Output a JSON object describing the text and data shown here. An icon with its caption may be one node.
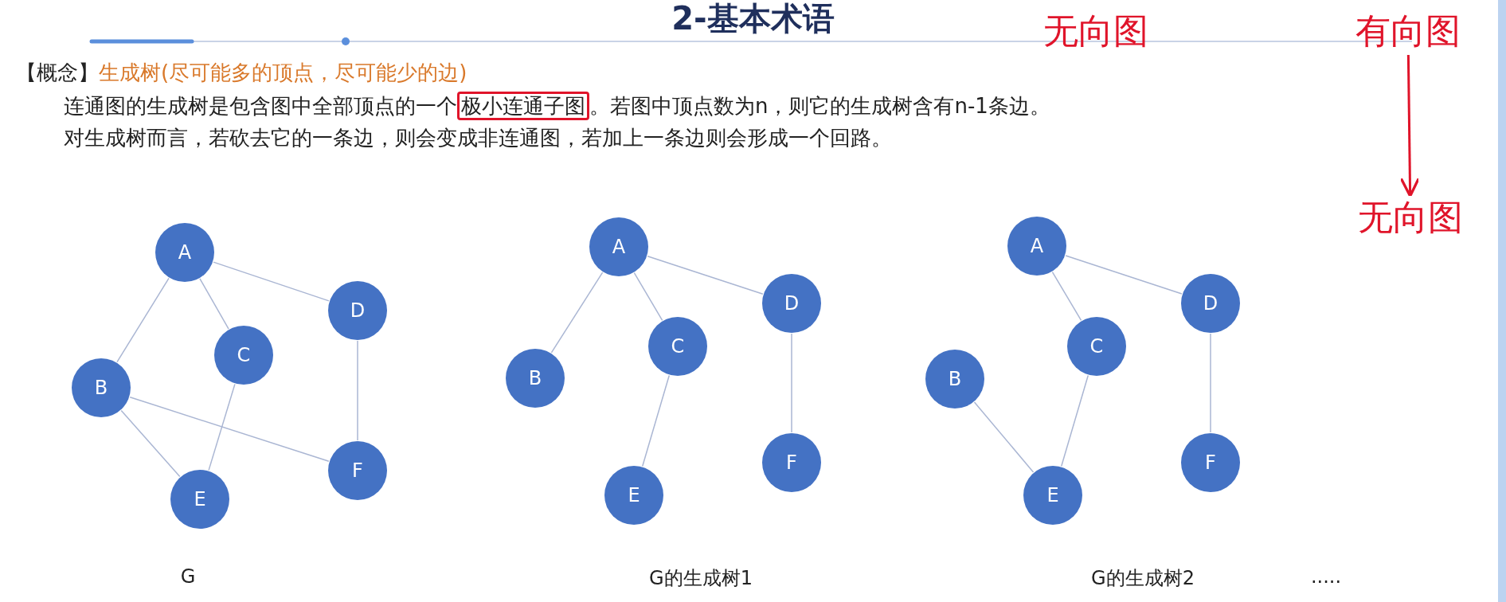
{
  "diagram": {
    "title": "2-基本术语",
    "nodes": [
      {
        "text": [
          "A"
        ]
      },
      {
        "text": [
          "B"
        ]
      },
      {
        "text": [
          "C"
        ]
      },
      {
        "text": [
          "D"
        ]
      },
      {
        "text": [
          "E"
        ]
      },
      {
        "text": [
          "F"
        ]
      },
      {
        "text": [
          "A"
        ]
      },
      {
        "text": [
          "B"
        ]
      },
      {
        "text": [
          "C"
        ]
      },
      {
        "text": [
          "D"
        ]
      },
      {
        "text": [
          "E"
        ]
      },
      {
        "text": [
          "F"
        ]
      },
      {
        "text": [
          "A"
        ]
      },
      {
        "text": [
          "B"
        ]
      },
      {
        "text": [
          "C"
        ]
      },
      {
        "text": [
          "D"
        ]
      },
      {
        "text": [
          "E"
        ]
      },
      {
        "text": [
          "F"
        ]
      },
      {
        "text": [
          "有向图"
        ]
      },
      {
        "text": [
          "无向图"
        ]
      }
    ],
    "edges": [
      {
        "from": 0,
        "to": 1,
        "arrow": "none"
      },
      {
        "from": 0,
        "to": 2,
        "arrow": "none"
      },
      {
        "from": 0,
        "to": 3,
        "arrow": "none"
      },
      {
        "from": 1,
        "to": 4,
        "arrow": "none"
      },
      {
        "from": 1,
        "to": 5,
        "arrow": "none"
      },
      {
        "from": 2,
        "to": 4,
        "arrow": "none"
      },
      {
        "from": 3,
        "to": 5,
        "arrow": "none"
      },
      {
        "from": 6,
        "to": 7,
        "arrow": "none"
      },
      {
        "from": 6,
        "to": 8,
        "arrow": "none"
      },
      {
        "from": 6,
        "to": 9,
        "arrow": "none"
      },
      {
        "from": 8,
        "to": 10,
        "arrow": "none"
      },
      {
        "from": 9,
        "to": 11,
        "arrow": "none"
      },
      {
        "from": 12,
        "to": 14,
        "arrow": "none"
      },
      {
        "from": 12,
        "to": 15,
        "arrow": "none"
      },
      {
        "from": 13,
        "to": 16,
        "arrow": "none"
      },
      {
        "from": 14,
        "to": 16,
        "arrow": "none"
      },
      {
        "from": 15,
        "to": 17,
        "arrow": "none"
      },
      {
        "from": 18,
        "to": 19,
        "arrow": "to",
        "color": "#e0142a"
      }
    ],
    "labels": [
      "无向图",
      "【概念】",
      "生成树(尽可能多的顶点，尽可能少的边)",
      "连通图的生成树是包含图中全部顶点的一个",
      "极小连通子图",
      "。若图中顶点数为n，则它的生成树含有n-1条边。",
      "对生成树而言，若砍去它的一条边，则会变成非连通图，若加上一条边则会形成一个回路。",
      "G",
      "G的生成树1",
      "G的生成树2",
      "....."
    ]
  }
}
